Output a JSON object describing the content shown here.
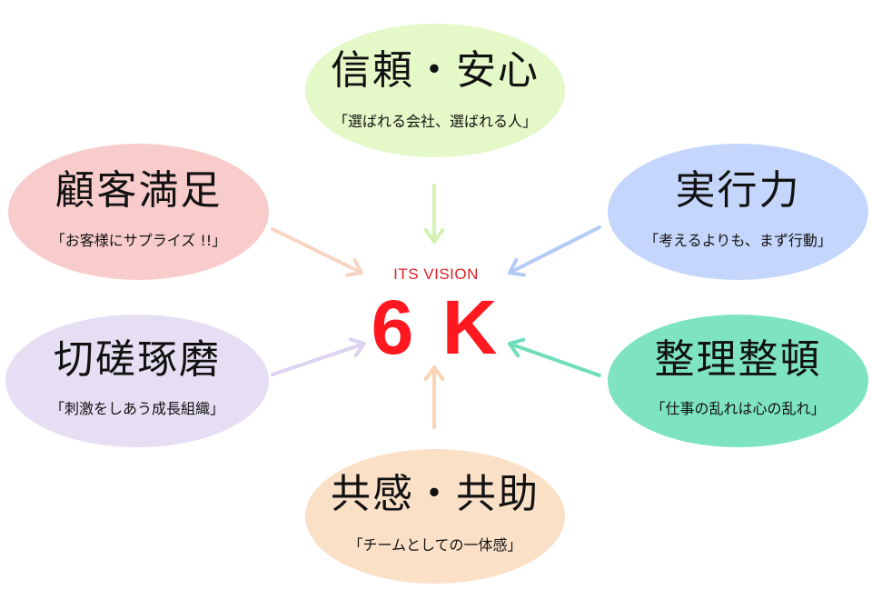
{
  "center": {
    "label": "ITS VISION",
    "title": "6 K",
    "color": "#ff1820"
  },
  "values": [
    {
      "id": "trust",
      "title": "信頼・安心",
      "subtitle": "「選ばれる会社、選ばれる人」",
      "color": "#e5f8c8",
      "arrow_color": "#d4f3b3"
    },
    {
      "id": "action",
      "title": "実行力",
      "subtitle": "「考えるよりも、まず行動」",
      "color": "#c4d6fb",
      "arrow_color": "#b3c9f6"
    },
    {
      "id": "order",
      "title": "整理整頓",
      "subtitle": "「仕事の乱れは心の乱れ」",
      "color": "#7de3c3",
      "arrow_color": "#6fdcba"
    },
    {
      "id": "empathy",
      "title": "共感・共助",
      "subtitle": "「チームとしての一体感」",
      "color": "#fbe0c8",
      "arrow_color": "#fad4b5"
    },
    {
      "id": "growth",
      "title": "切磋琢磨",
      "subtitle": "「刺激をしあう成長組織」",
      "color": "#e6def3",
      "arrow_color": "#ddd2f0"
    },
    {
      "id": "satisfaction",
      "title": "顧客満足",
      "subtitle": "「お客様にサプライズ !!」",
      "color": "#f9cccc",
      "arrow_color": "#f8d4c2"
    }
  ]
}
